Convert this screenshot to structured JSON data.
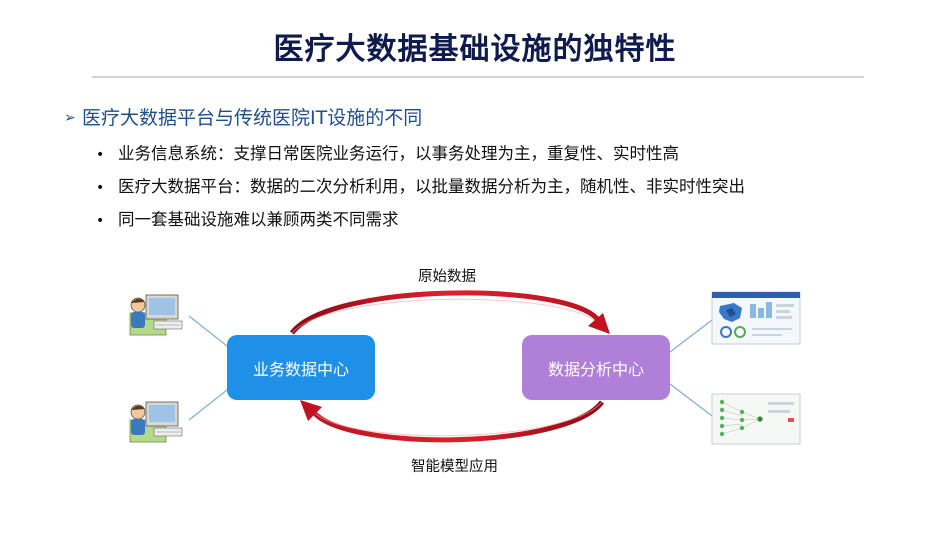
{
  "slide": {
    "title": "医疗大数据基础设施的独特性",
    "heading": {
      "marker": "➢",
      "text": "医疗大数据平台与传统医院IT设施的不同"
    },
    "bullets": [
      "业务信息系统：支撑日常医院业务运行，以事务处理为主，重复性、实时性高",
      "医疗大数据平台：数据的二次分析利用，以批量数据分析为主，随机性、非实时性突出",
      "同一套基础设施难以兼顾两类不同需求"
    ],
    "bullet_glyph": "•"
  },
  "diagram": {
    "left_box": "业务数据中心",
    "right_box": "数据分析中心",
    "top_arrow_label": "原始数据",
    "bottom_arrow_label": "智能模型应用",
    "colors": {
      "left_box": "#1e90e8",
      "right_box": "#b07fd8",
      "arrow": "#cc1020",
      "connector": "#7fb0d8"
    },
    "left_icons": [
      "workstation-user-icon",
      "workstation-user-icon"
    ],
    "right_icons": [
      "dashboard-map-thumbnail",
      "neural-network-thumbnail"
    ]
  }
}
